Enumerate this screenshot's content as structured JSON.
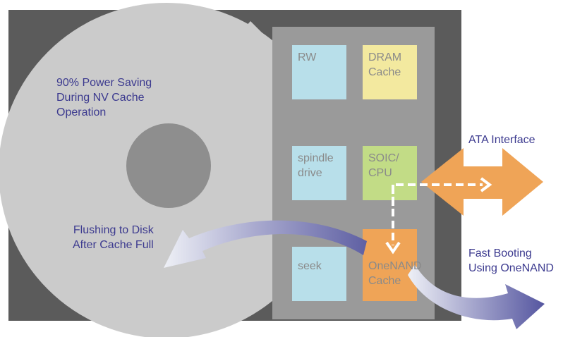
{
  "callouts": {
    "power_saving": "90% Power Saving\nDuring NV Cache\nOperation",
    "flushing": "Flushing to Disk\nAfter Cache Full",
    "ata_interface": "ATA Interface",
    "fast_booting": "Fast Booting\nUsing OneNAND"
  },
  "blocks": {
    "rw": "RW",
    "dram": "DRAM\nCache",
    "spindle": "spindle\ndrive",
    "soic": "SOIC/\nCPU",
    "seek": "seek",
    "onenand": "OneNAND\nCache"
  },
  "colors": {
    "background_panel": "#5b5b5b",
    "disk": "#cbcbcb",
    "spindle_hub": "#8e8e8e",
    "board": "#9a9a9a",
    "block_blue": "#b8dfea",
    "block_yellow": "#f3e99f",
    "block_green": "#c2dc86",
    "block_orange": "#efa457",
    "label_text": "#3c3a8f",
    "flow_arrow": "#8585b9"
  }
}
